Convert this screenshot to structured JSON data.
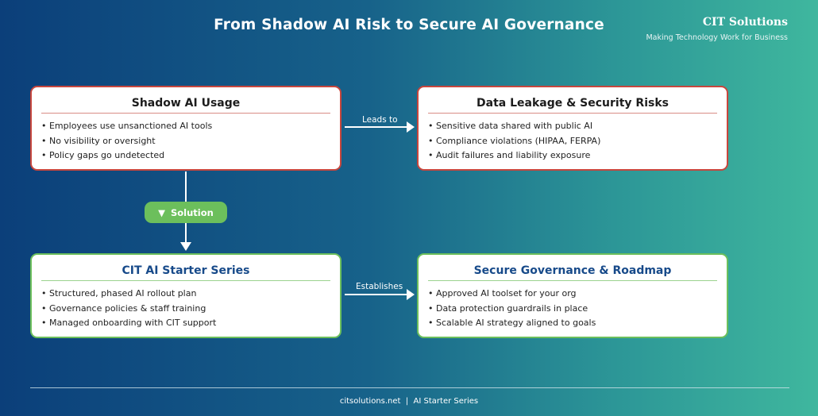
{
  "header": {
    "title": "From Shadow AI Risk to Secure AI Governance",
    "brand_name": "CIT Solutions",
    "brand_tagline": "Making Technology Work for Business"
  },
  "cards": {
    "shadow": {
      "title": "Shadow AI Usage",
      "bullets": [
        "• Employees use unsanctioned AI tools",
        "• No visibility or oversight",
        "• Policy gaps go undetected"
      ]
    },
    "risks": {
      "title": "Data Leakage & Security Risks",
      "bullets": [
        "• Sensitive data shared with public AI",
        "• Compliance violations (HIPAA, FERPA)",
        "• Audit failures and liability exposure"
      ]
    },
    "starter": {
      "title": "CIT AI Starter Series",
      "bullets": [
        "• Structured, phased AI rollout plan",
        "• Governance policies & staff training",
        "• Managed onboarding with CIT support"
      ]
    },
    "governance": {
      "title": "Secure Governance & Roadmap",
      "bullets": [
        "• Approved AI toolset for your org",
        "• Data protection guardrails in place",
        "• Scalable AI strategy aligned to goals"
      ]
    }
  },
  "connectors": {
    "leads_to": "Leads to",
    "establishes": "Establishes",
    "solution_icon": "▼",
    "solution": "Solution"
  },
  "footer": {
    "text": "citsolutions.net  |  AI Starter Series"
  },
  "colors": {
    "risk_border": "#c8463d",
    "solution_border": "#6cbf5c",
    "solution_title": "#174a8a"
  }
}
